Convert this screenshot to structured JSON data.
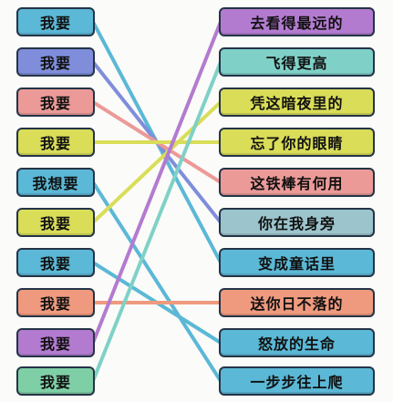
{
  "left_items": [
    {
      "text": "我要",
      "color": "#5bb8d6"
    },
    {
      "text": "我要",
      "color": "#7f8ddb"
    },
    {
      "text": "我要",
      "color": "#eb9a98"
    },
    {
      "text": "我要",
      "color": "#d9dd58"
    },
    {
      "text": "我想要",
      "color": "#5bb8d6"
    },
    {
      "text": "我要",
      "color": "#d9dd58"
    },
    {
      "text": "我要",
      "color": "#5bb8d6"
    },
    {
      "text": "我要",
      "color": "#ef9a7f"
    },
    {
      "text": "我要",
      "color": "#b37bd0"
    },
    {
      "text": "我要",
      "color": "#7fcfa6"
    }
  ],
  "right_items": [
    {
      "text": "去看得最远的",
      "color": "#b37bd0"
    },
    {
      "text": "飞得更高",
      "color": "#7fd1c7"
    },
    {
      "text": "凭这暗夜里的",
      "color": "#d9dd58"
    },
    {
      "text": "忘了你的眼睛",
      "color": "#d9dd58"
    },
    {
      "text": "这铁棒有何用",
      "color": "#eb9a98"
    },
    {
      "text": "你在我身旁",
      "color": "#9cc4cc"
    },
    {
      "text": "变成童话里",
      "color": "#5bb8d6"
    },
    {
      "text": "送你日不落的",
      "color": "#ef9a7f"
    },
    {
      "text": "怒放的生命",
      "color": "#5bb8d6"
    },
    {
      "text": "一步步往上爬",
      "color": "#5bb8d6"
    }
  ],
  "connections": [
    {
      "from": 0,
      "to": 6,
      "color": "#5bb8d6"
    },
    {
      "from": 1,
      "to": 5,
      "color": "#7f8ddb"
    },
    {
      "from": 2,
      "to": 4,
      "color": "#eb9a98"
    },
    {
      "from": 3,
      "to": 3,
      "color": "#d9dd58"
    },
    {
      "from": 4,
      "to": 9,
      "color": "#5bb8d6"
    },
    {
      "from": 5,
      "to": 2,
      "color": "#d9dd58"
    },
    {
      "from": 6,
      "to": 8,
      "color": "#5bb8d6"
    },
    {
      "from": 7,
      "to": 7,
      "color": "#ef9a7f"
    },
    {
      "from": 8,
      "to": 0,
      "color": "#b37bd0"
    },
    {
      "from": 9,
      "to": 1,
      "color": "#7fd1c7"
    }
  ]
}
